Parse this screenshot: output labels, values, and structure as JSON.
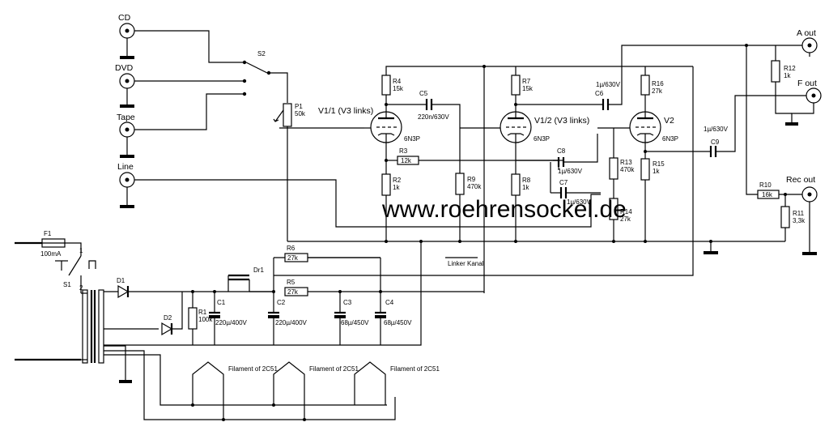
{
  "inputs": {
    "cd": "CD",
    "dvd": "DVD",
    "tape": "Tape",
    "line": "Line"
  },
  "outputs": {
    "a_out": "A out",
    "f_out": "F out",
    "rec_out": "Rec out"
  },
  "switches": {
    "s1": "S1",
    "s2": "S2"
  },
  "fuse": {
    "name": "F1",
    "value": "100mA"
  },
  "potentiometer": {
    "name": "P1",
    "value": "50k"
  },
  "tubes": {
    "v1_1": {
      "name": "V1/1 (V3 links)",
      "type": "6N3P"
    },
    "v1_2": {
      "name": "V1/2 (V3 links)",
      "type": "6N3P"
    },
    "v2": {
      "name": "V2",
      "type": "6N3P"
    }
  },
  "resistors": {
    "r1": {
      "name": "R1",
      "value": "100k"
    },
    "r2": {
      "name": "R2",
      "value": "1k"
    },
    "r3": {
      "name": "R3",
      "value": "12k"
    },
    "r4": {
      "name": "R4",
      "value": "15k"
    },
    "r5": {
      "name": "R5",
      "value": "27k"
    },
    "r6": {
      "name": "R6",
      "value": "27k"
    },
    "r7": {
      "name": "R7",
      "value": "15k"
    },
    "r8": {
      "name": "R8",
      "value": "1k"
    },
    "r9": {
      "name": "R9",
      "value": "470k"
    },
    "r10": {
      "name": "R10",
      "value": "16k"
    },
    "r11": {
      "name": "R11",
      "value": "3,3k"
    },
    "r12": {
      "name": "R12",
      "value": "1k"
    },
    "r13": {
      "name": "R13",
      "value": "470k"
    },
    "r14": {
      "name": "R14",
      "value": "27k"
    },
    "r15": {
      "name": "R15",
      "value": "1k"
    },
    "r16": {
      "name": "R16",
      "value": "27k"
    }
  },
  "capacitors": {
    "c1": {
      "name": "C1",
      "value": "220µ/400V"
    },
    "c2": {
      "name": "C2",
      "value": "220µ/400V"
    },
    "c3": {
      "name": "C3",
      "value": "68µ/450V"
    },
    "c4": {
      "name": "C4",
      "value": "68µ/450V"
    },
    "c5": {
      "name": "C5",
      "value": "220n/630V"
    },
    "c6": {
      "name": "C6",
      "value": "1µ/630V"
    },
    "c7": {
      "name": "C7",
      "value": "1µ/630V"
    },
    "c8": {
      "name": "C8",
      "value": "1µ/630V"
    },
    "c9": {
      "name": "C9",
      "value": "1µ/630V"
    }
  },
  "diodes": {
    "d1": "D1",
    "d2": "D2"
  },
  "choke": "Dr1",
  "filaments": [
    "Filament of 2C51",
    "Filament of 2C51",
    "Filament of 2C51"
  ],
  "channel_label": "Linker Kanal",
  "watermark": "www.roehrensockel.de"
}
